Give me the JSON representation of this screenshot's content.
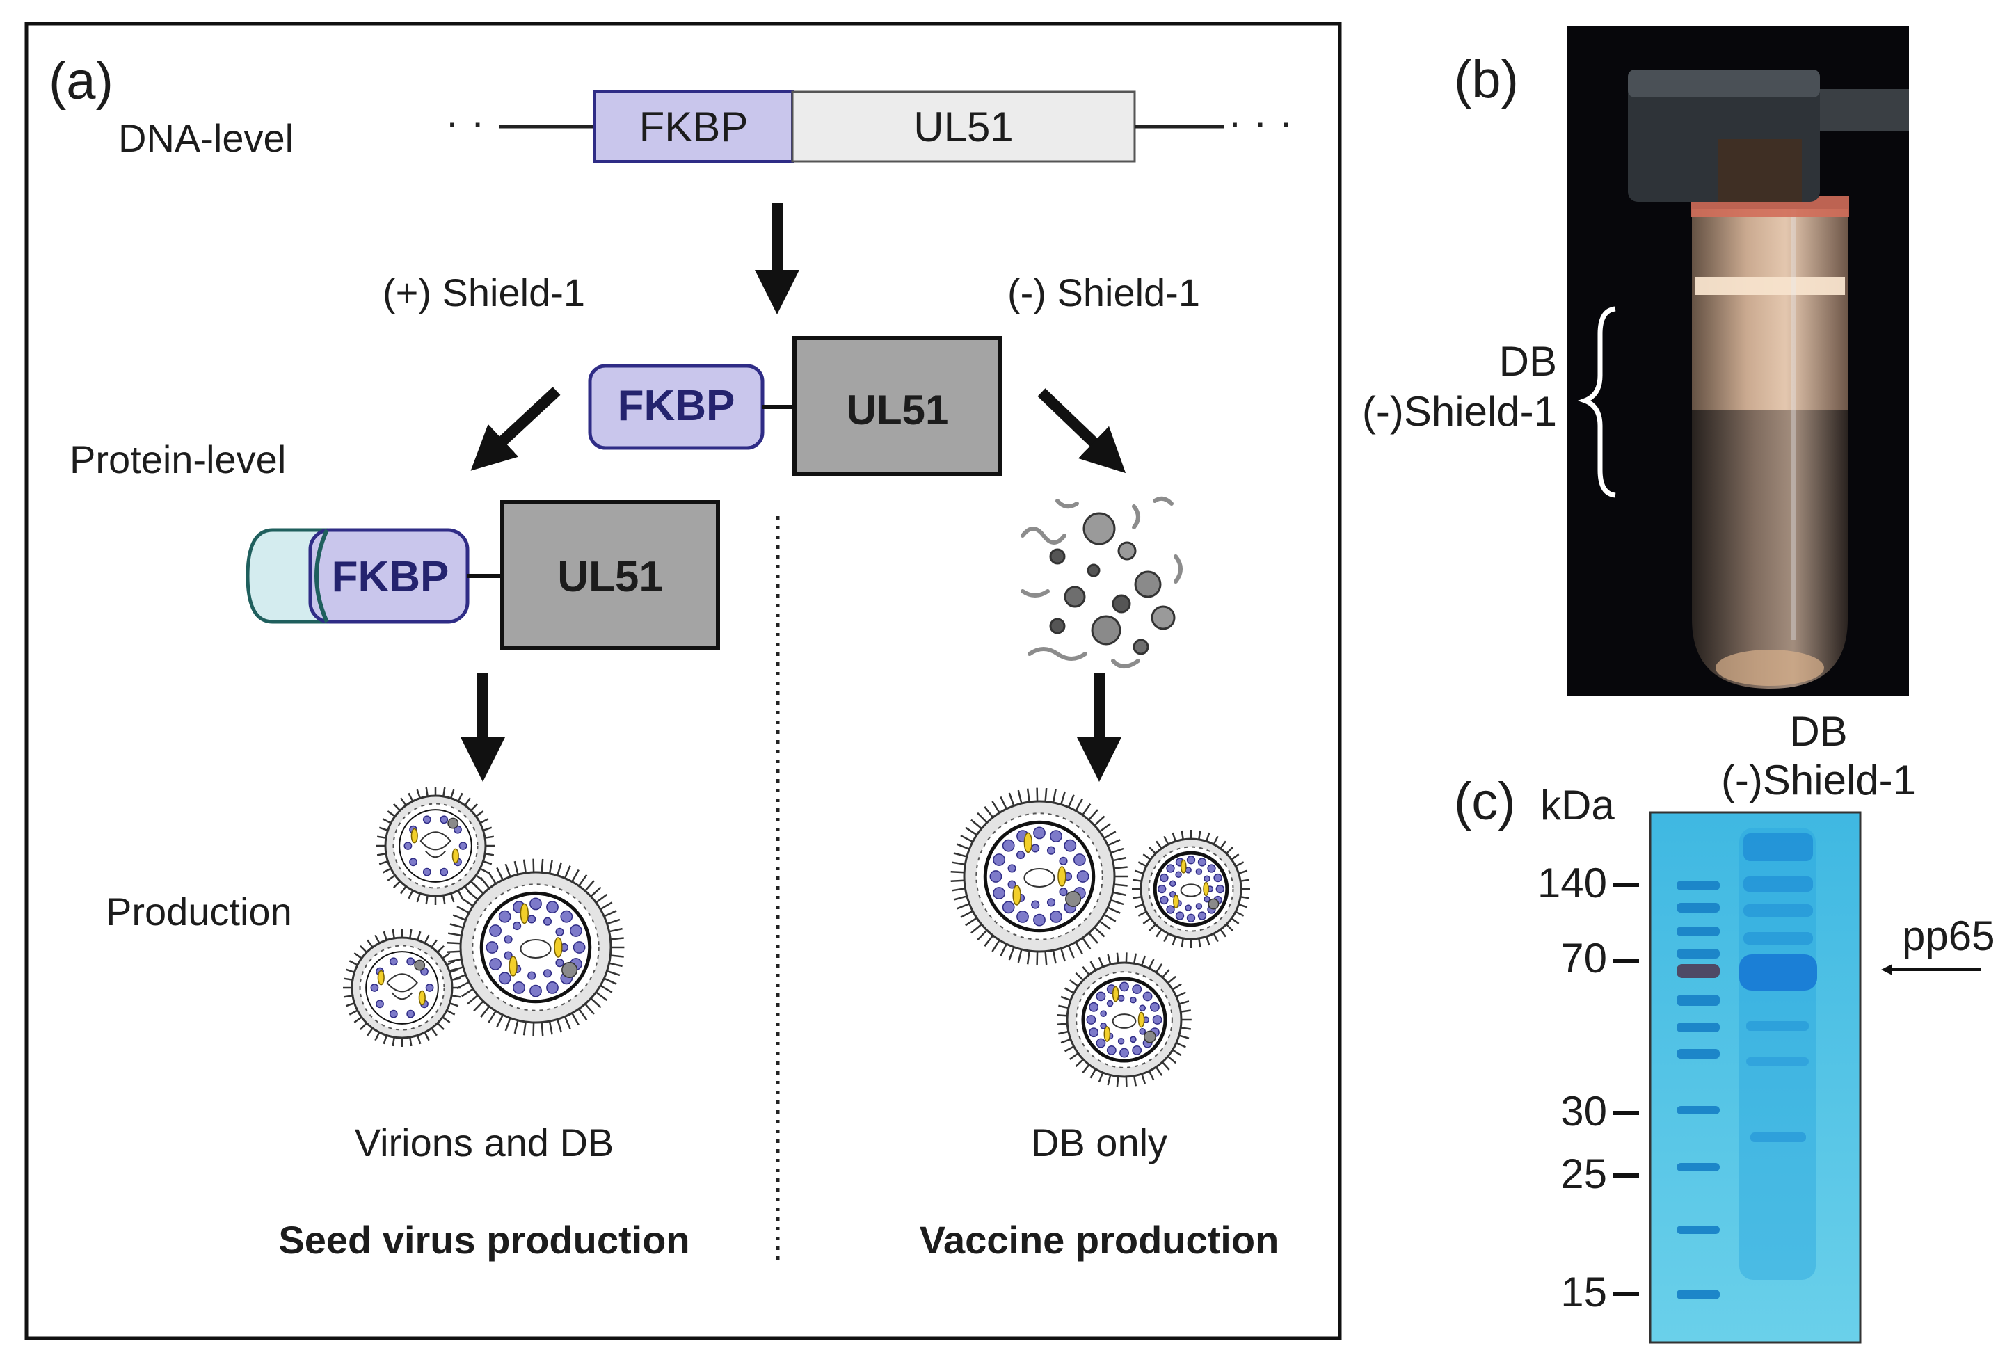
{
  "panels": {
    "a": "(a)",
    "b": "(b)",
    "c": "(c)"
  },
  "panel_a": {
    "dna_level": "DNA-level",
    "dna_fkbp": "FKBP",
    "dna_ul51": "UL51",
    "plus_shield": "(+) Shield-1",
    "minus_shield": "(-) Shield-1",
    "protein_level": "Protein-level",
    "center_fkbp": "FKBP",
    "center_ul51": "UL51",
    "left_fkbp": "FKBP",
    "left_ul51": "UL51",
    "production": "Production",
    "virions_and_db": "Virions and DB",
    "db_only": "DB only",
    "seed_virus": "Seed virus production",
    "vaccine": "Vaccine production"
  },
  "panel_b": {
    "db_line1": "DB",
    "db_line2": "(-)Shield-1"
  },
  "panel_c": {
    "kda": "kDa",
    "lane_line1": "DB",
    "lane_line2": "(-)Shield-1",
    "markers": [
      "140",
      "70",
      "30",
      "25",
      "15"
    ],
    "pp65": "pp65"
  },
  "colors": {
    "fkbp_fill": "#c9c6ec",
    "fkbp_stroke": "#2f2c86",
    "ul51_dark": "#a4a4a4",
    "ul51_light": "#ececec",
    "cap_fill": "#d4ecef",
    "cap_stroke": "#1f5f5d",
    "gel": "#4fc3e6",
    "photo_bg": "#07070b"
  }
}
